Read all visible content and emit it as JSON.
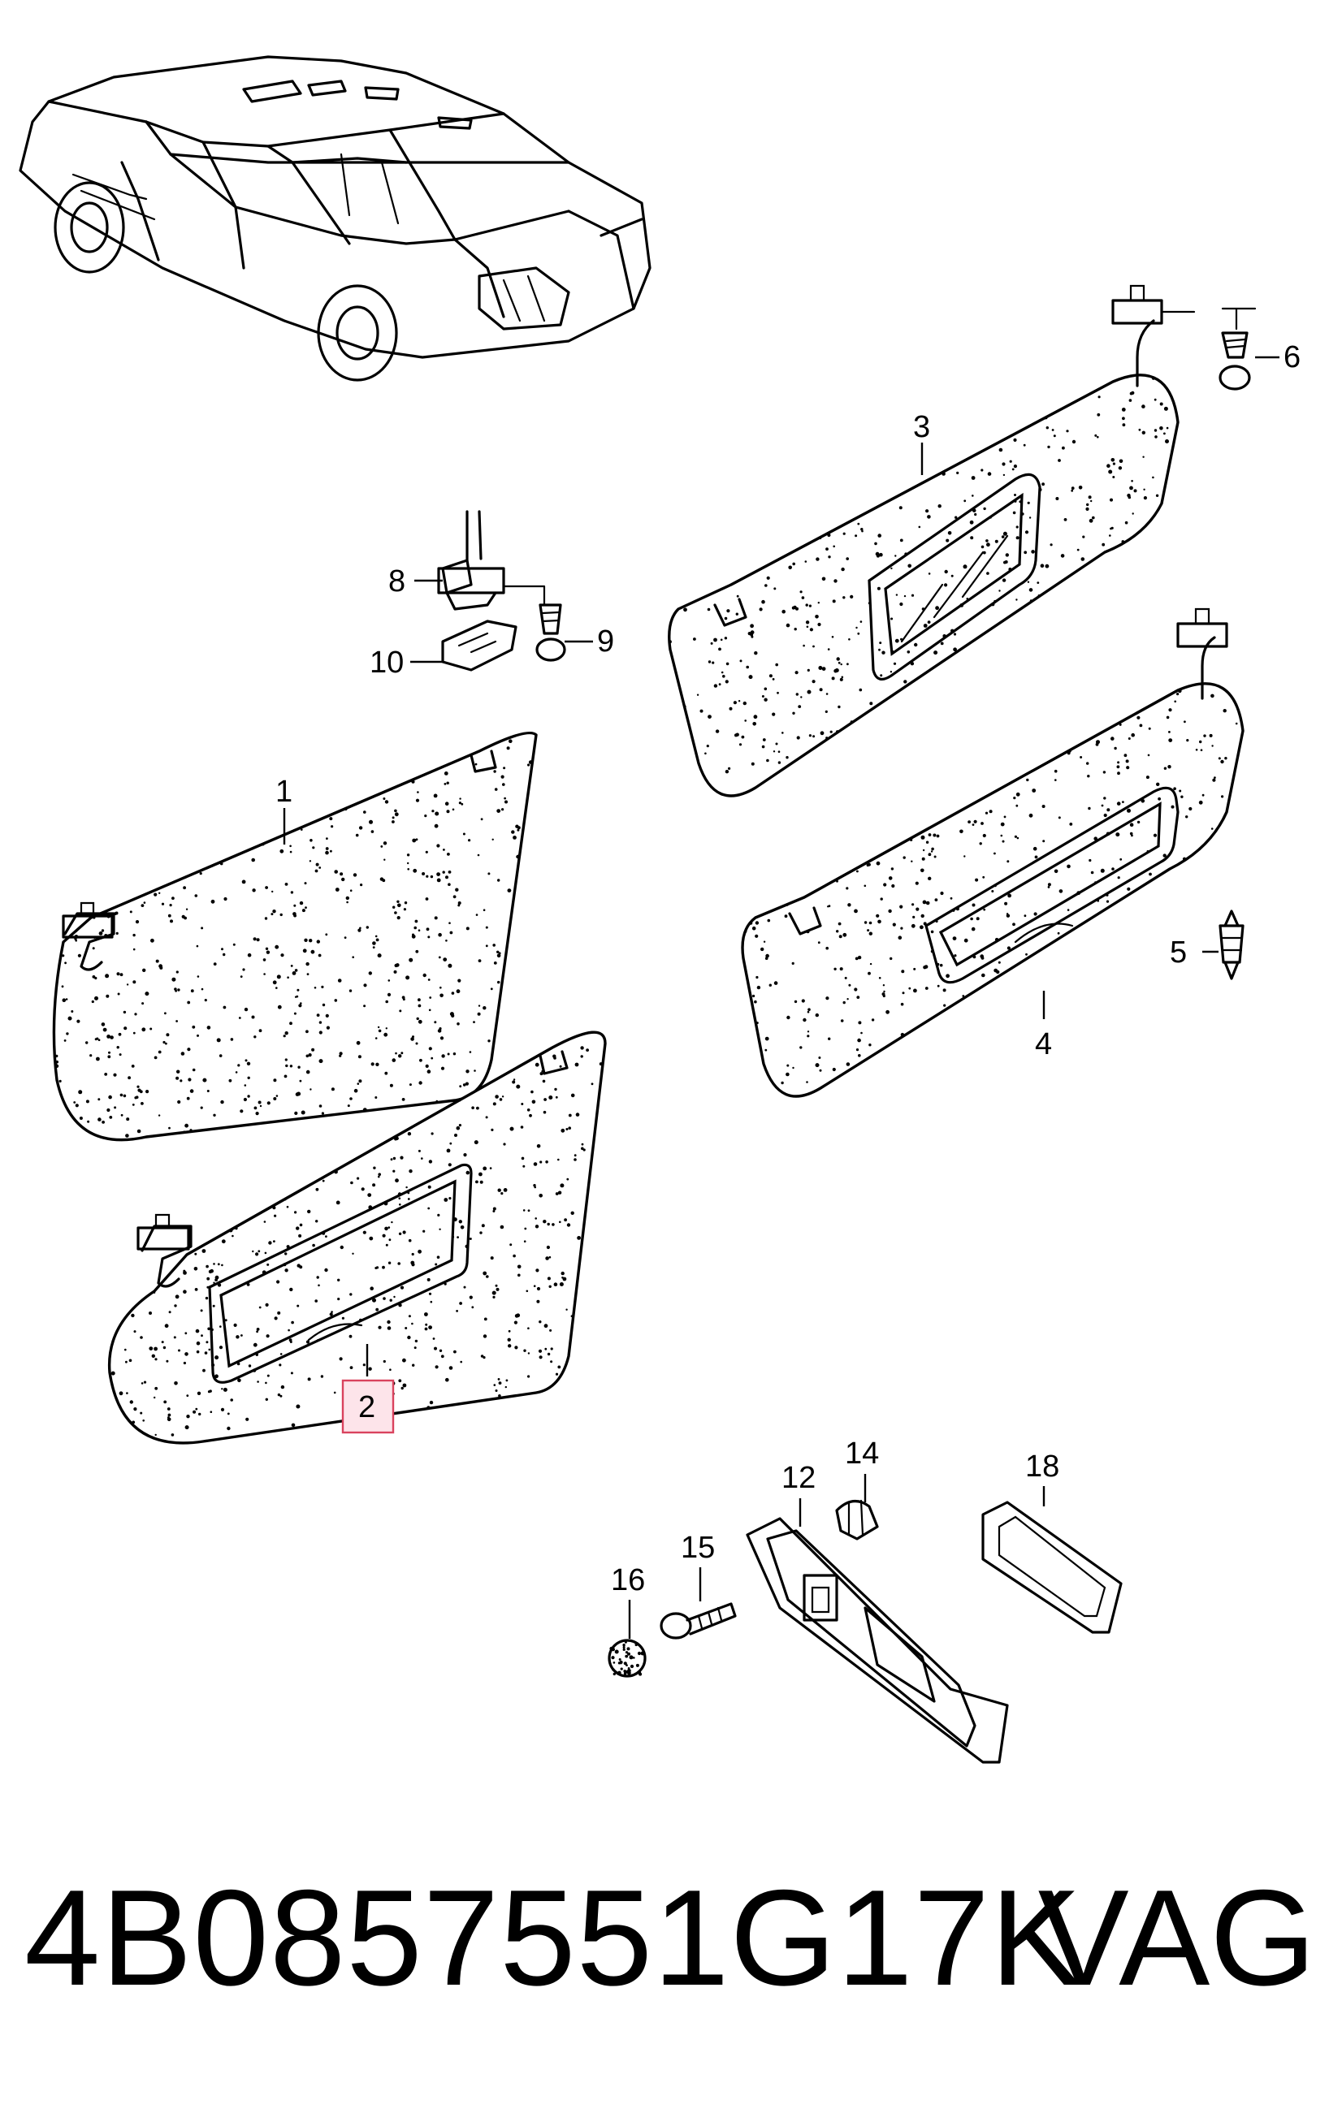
{
  "diagram": {
    "callouts": [
      {
        "id": "1",
        "label": "1"
      },
      {
        "id": "2",
        "label": "2",
        "highlighted": true
      },
      {
        "id": "3",
        "label": "3"
      },
      {
        "id": "4",
        "label": "4"
      },
      {
        "id": "5",
        "label": "5"
      },
      {
        "id": "6",
        "label": "6"
      },
      {
        "id": "8",
        "label": "8"
      },
      {
        "id": "9",
        "label": "9"
      },
      {
        "id": "10",
        "label": "10"
      },
      {
        "id": "12",
        "label": "12"
      },
      {
        "id": "14",
        "label": "14"
      },
      {
        "id": "15",
        "label": "15"
      },
      {
        "id": "16",
        "label": "16"
      },
      {
        "id": "18",
        "label": "18"
      }
    ],
    "highlight_color": "#d9435e"
  },
  "footer": {
    "part_number": "4B0857551G17K",
    "brand": "VAG"
  }
}
